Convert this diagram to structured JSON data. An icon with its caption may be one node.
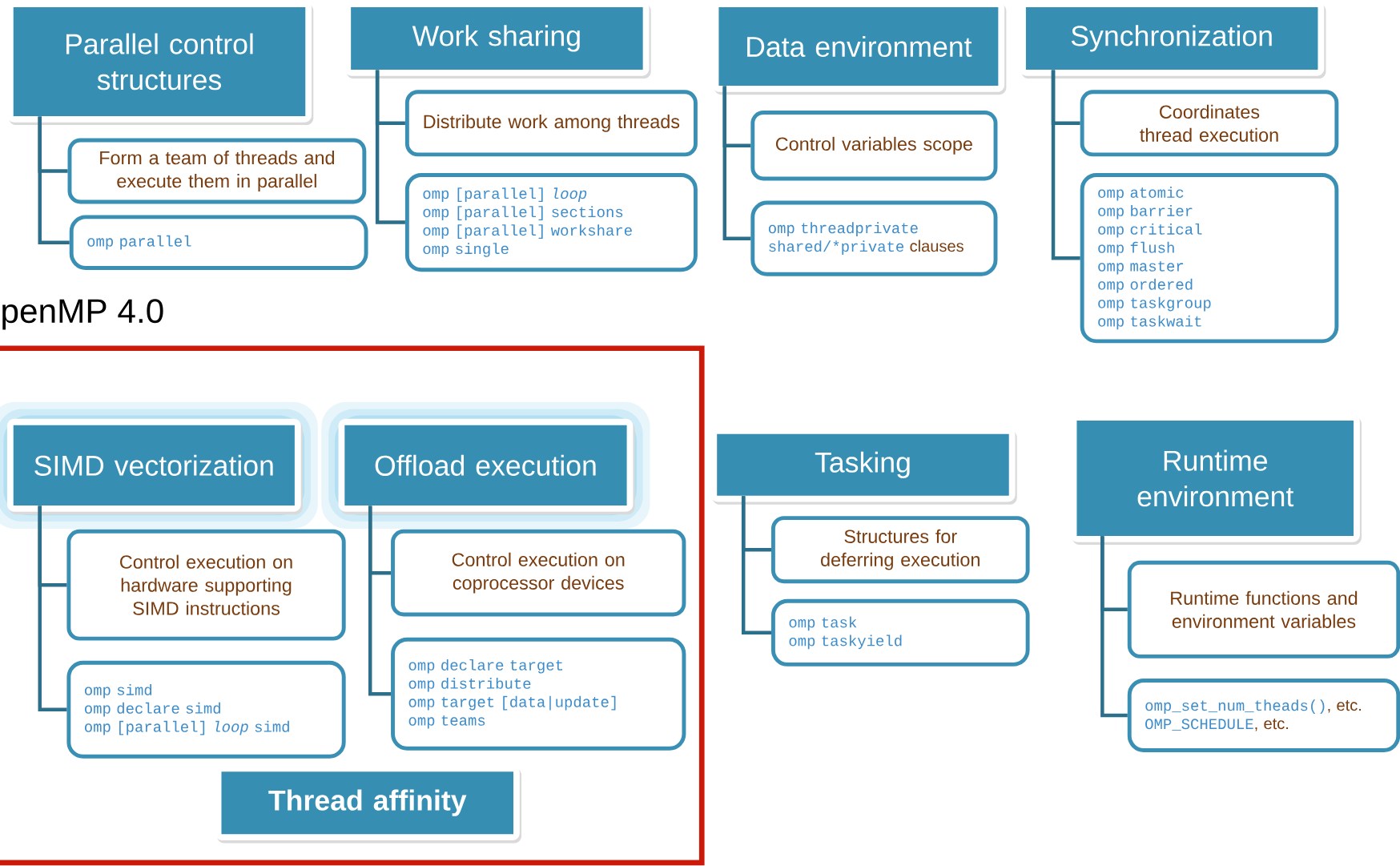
{
  "diagram": {
    "nodes": [
      {
        "text": [
          "Parallel control structures"
        ]
      },
      {
        "text": [
          "Form a team of threads and execute them in parallel"
        ]
      },
      {
        "text": [
          "omp parallel"
        ]
      },
      {
        "text": [
          "Work sharing"
        ]
      },
      {
        "text": [
          "Distribute work among threads"
        ]
      },
      {
        "text": [
          "omp [parallel] *loop*",
          "omp [parallel] sections",
          "omp [parallel] workshare",
          "omp single"
        ]
      },
      {
        "text": [
          "Data environment"
        ]
      },
      {
        "text": [
          "Control variables scope"
        ]
      },
      {
        "text": [
          "omp threadprivate",
          "shared/*private",
          "clauses"
        ]
      },
      {
        "text": [
          "Synchronization"
        ]
      },
      {
        "text": [
          "Coordinates thread execution"
        ]
      },
      {
        "text": [
          "omp atomic",
          "omp barrier",
          "omp critical",
          "omp flush",
          "omp master",
          "omp ordered",
          "omp taskgroup",
          "omp taskwait"
        ]
      },
      {
        "text": [
          "penMP 4.0"
        ]
      },
      {
        "text": [
          "SIMD vectorization"
        ],
        "in": 12
      },
      {
        "text": [
          "Control execution on hardware supporting SIMD instructions"
        ],
        "in": 12
      },
      {
        "text": [
          "omp simd",
          "omp declare simd",
          "omp [parallel] *loop* simd"
        ],
        "in": 12
      },
      {
        "text": [
          "Offload execution"
        ],
        "in": 12
      },
      {
        "text": [
          "Control execution on coprocessor devices"
        ],
        "in": 12
      },
      {
        "text": [
          "omp declare target",
          "omp distribute",
          "omp target [data|update]",
          "omp teams"
        ],
        "in": 12
      },
      {
        "text": [
          "Thread affinity"
        ],
        "in": 12
      },
      {
        "text": [
          "Tasking"
        ]
      },
      {
        "text": [
          "Structures for deferring execution"
        ]
      },
      {
        "text": [
          "omp task",
          "omp taskyield"
        ]
      },
      {
        "text": [
          "Runtime environment"
        ]
      },
      {
        "text": [
          "Runtime functions and environment variables"
        ]
      },
      {
        "text": [
          "omp_set_num_theads()",
          ", etc.",
          "OMP_SCHEDULE",
          ", etc."
        ]
      }
    ],
    "edges": [
      {
        "from": 0,
        "to": 1,
        "arrow": "none"
      },
      {
        "from": 0,
        "to": 2,
        "arrow": "none"
      },
      {
        "from": 3,
        "to": 4,
        "arrow": "none"
      },
      {
        "from": 3,
        "to": 5,
        "arrow": "none"
      },
      {
        "from": 6,
        "to": 7,
        "arrow": "none"
      },
      {
        "from": 6,
        "to": 8,
        "arrow": "none"
      },
      {
        "from": 9,
        "to": 10,
        "arrow": "none"
      },
      {
        "from": 9,
        "to": 11,
        "arrow": "none"
      },
      {
        "from": 13,
        "to": 14,
        "arrow": "none"
      },
      {
        "from": 13,
        "to": 15,
        "arrow": "none"
      },
      {
        "from": 16,
        "to": 17,
        "arrow": "none"
      },
      {
        "from": 16,
        "to": 18,
        "arrow": "none"
      },
      {
        "from": 20,
        "to": 21,
        "arrow": "none"
      },
      {
        "from": 20,
        "to": 22,
        "arrow": "none"
      },
      {
        "from": 23,
        "to": 24,
        "arrow": "none"
      },
      {
        "from": 23,
        "to": 25,
        "arrow": "none"
      }
    ]
  }
}
